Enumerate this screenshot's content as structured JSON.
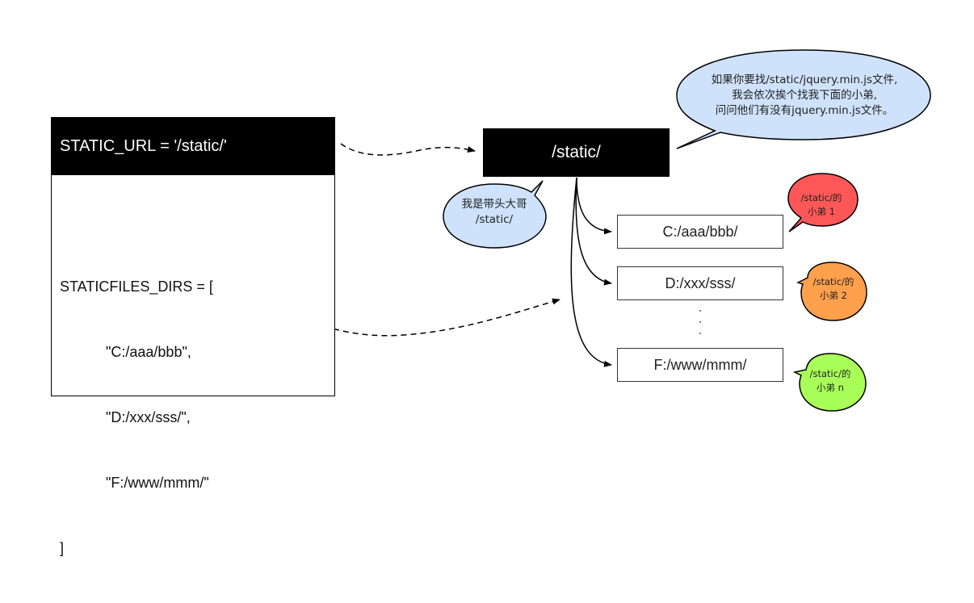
{
  "settings": {
    "static_url_line": "STATIC_URL = '/static/'",
    "dirs_lines": [
      "STATICFILES_DIRS = [",
      "\"C:/aaa/bbb\",",
      "\"D:/xxx/sss/\",",
      "\"F:/www/mmm/\"",
      "]"
    ]
  },
  "static_root": {
    "label": "/static/"
  },
  "directories": [
    "C:/aaa/bbb/",
    "D:/xxx/sss/",
    "F:/www/mmm/"
  ],
  "bubbles": {
    "top_lines": [
      "如果你要找/static/jquery.min.js文件,",
      "我会依次挨个找我下面的小弟,",
      "问问他们有没有jquery.min.js文件。"
    ],
    "leader_lines": [
      "我是带头大哥",
      "/static/"
    ]
  },
  "badges": [
    {
      "line1": "/static/的",
      "line2": "小弟 1"
    },
    {
      "line1": "/static/的",
      "line2": "小弟 2"
    },
    {
      "line1": "/static/的",
      "line2": "小弟 n"
    }
  ],
  "colors": {
    "bubble_blue": "#cfe2fb",
    "badge_red": "#ff5757",
    "badge_orange": "#ffa04d",
    "badge_green": "#a8ff57",
    "dark": "#000000"
  }
}
